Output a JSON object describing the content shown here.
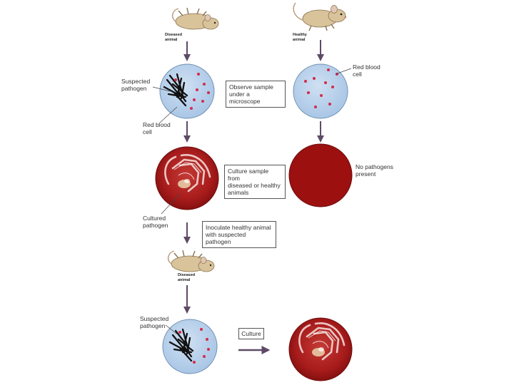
{
  "labels": {
    "diseased_animal_top": "Diseased\nanimal",
    "healthy_animal": "Healthy\nanimal",
    "suspected_pathogen_1": "Suspected\npathogen",
    "red_blood_cell_left": "Red blood\ncell",
    "red_blood_cell_right": "Red blood\ncell",
    "no_pathogens": "No pathogens\npresent",
    "cultured_pathogen": "Cultured\npathogen",
    "diseased_animal_bottom": "Diseased\nanimal",
    "suspected_pathogen_2": "Suspected\npathogen"
  },
  "steps": {
    "observe": "Observe sample\nunder a microscope",
    "culture_sample": "Culture sample from\ndiseased or healthy\nanimals",
    "inoculate": "Inoculate healthy animal\nwith suspected pathogen",
    "culture": "Culture"
  },
  "colors": {
    "slide_fill": "#b9d3ec",
    "plate_red": "#a81c1c",
    "plain_plate": "#9c1010",
    "arrow": "#5e4a66",
    "mouse_fur": "#d8c39a"
  }
}
